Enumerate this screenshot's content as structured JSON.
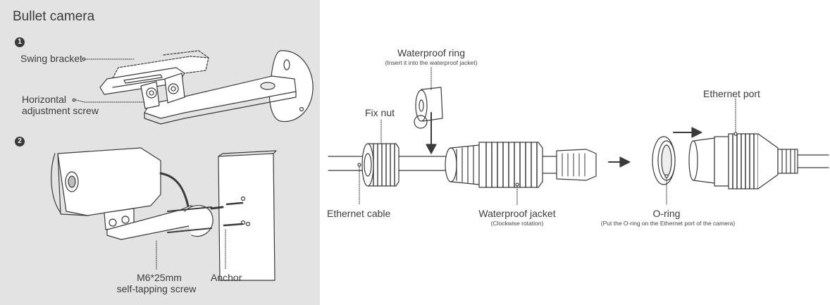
{
  "title": "Bullet camera",
  "steps": {
    "one": "1",
    "two": "2"
  },
  "left": {
    "swing_bracket": "Swing bracket",
    "horizontal_line1": "Horizontal",
    "horizontal_line2": "adjustment screw",
    "screw_line1": "M6*25mm",
    "screw_line2": "self-tapping screw",
    "anchor": "Anchor"
  },
  "right": {
    "waterproof_ring": "Waterproof ring",
    "waterproof_ring_note": "(Insert it into the waterproof jacket)",
    "fix_nut": "Fix nut",
    "ethernet_cable": "Ethernet cable",
    "waterproof_jacket": "Waterproof jacket",
    "waterproof_jacket_note": "(Clockwise rotation)",
    "o_ring": "O-ring",
    "o_ring_note": "(Put the O-ring on the Ethernet port of the camera)",
    "ethernet_port": "Ethernet port"
  },
  "colors": {
    "left_background": "#e3e3e3",
    "line": "#3a3a3a"
  }
}
